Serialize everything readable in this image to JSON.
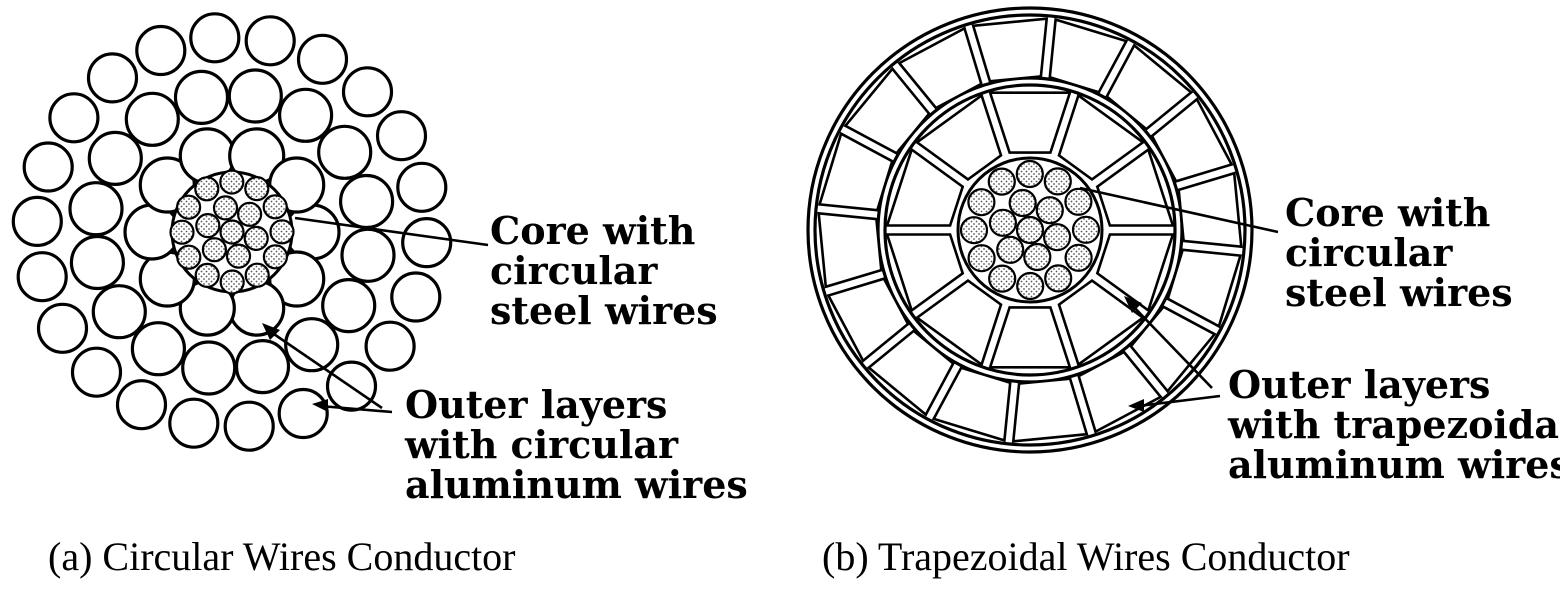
{
  "panels": [
    {
      "id": "circular",
      "caption": "(a) Circular Wires Conductor",
      "core_callout": [
        "Core with",
        "circular",
        "steel wires"
      ],
      "outer_callout": [
        "Outer layers",
        "with circular",
        "aluminum wires"
      ]
    },
    {
      "id": "trapezoidal",
      "caption": "(b) Trapezoidal Wires Conductor",
      "core_callout": [
        "Core with",
        "circular",
        "steel wires"
      ],
      "outer_callout": [
        "Outer layers",
        "with trapezoidal",
        "aluminum wires"
      ]
    }
  ],
  "structure": {
    "circular": {
      "core_wires": 19,
      "aluminum_layers": [
        10,
        16,
        22
      ]
    },
    "trapezoidal": {
      "core_wires": 19,
      "aluminum_layers": [
        10,
        16
      ]
    }
  },
  "colors": {
    "line": "#000000",
    "background": "#ffffff"
  }
}
